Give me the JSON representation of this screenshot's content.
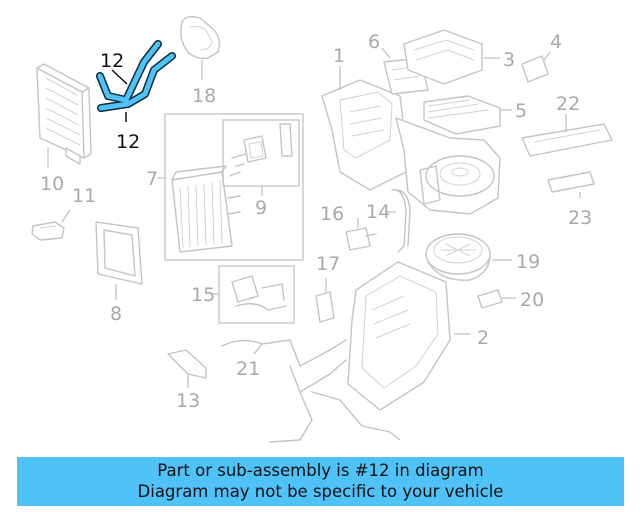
{
  "callouts": {
    "c1": "1",
    "c2": "2",
    "c3": "3",
    "c4": "4",
    "c5": "5",
    "c6": "6",
    "c7": "7",
    "c8": "8",
    "c9": "9",
    "c10": "10",
    "c11": "11",
    "c12a": "12",
    "c12b": "12",
    "c13": "13",
    "c14": "14",
    "c15": "15",
    "c16": "16",
    "c17": "17",
    "c18": "18",
    "c19": "19",
    "c20": "20",
    "c21": "21",
    "c22": "22",
    "c23": "23"
  },
  "highlight": {
    "part": "12",
    "color": "#4fc3f7"
  },
  "banner": {
    "line1": "Part or sub-assembly is #12 in diagram",
    "line2": "Diagram may not be specific to your vehicle"
  }
}
